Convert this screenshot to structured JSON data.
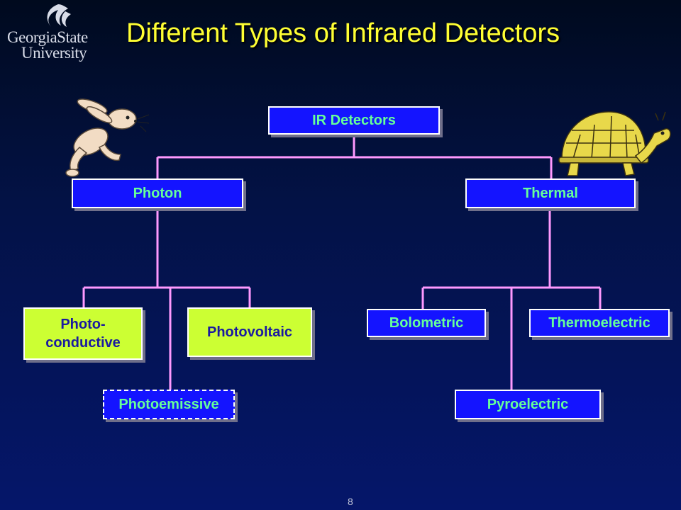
{
  "slide": {
    "title": "Different Types of Infrared Detectors",
    "page_number": "8"
  },
  "logo": {
    "line1": "GeorgiaState",
    "line2": "University"
  },
  "diagram": {
    "root": "IR Detectors",
    "photon": "Photon",
    "thermal": "Thermal",
    "photoconductive": "Photo-\nconductive",
    "photovoltaic": "Photovoltaic",
    "photoemissive": "Photoemissive",
    "bolometric": "Bolometric",
    "thermoelectric": "Thermoelectric",
    "pyroelectric": "Pyroelectric"
  },
  "colors": {
    "box_blue": "#1414ff",
    "box_lime": "#ccff33",
    "connector": "#ff99ff",
    "title": "#ffff33"
  },
  "icons": {
    "rabbit": "rabbit-clipart-icon",
    "turtle": "turtle-clipart-icon",
    "logo_flame": "flame-logo-icon"
  }
}
